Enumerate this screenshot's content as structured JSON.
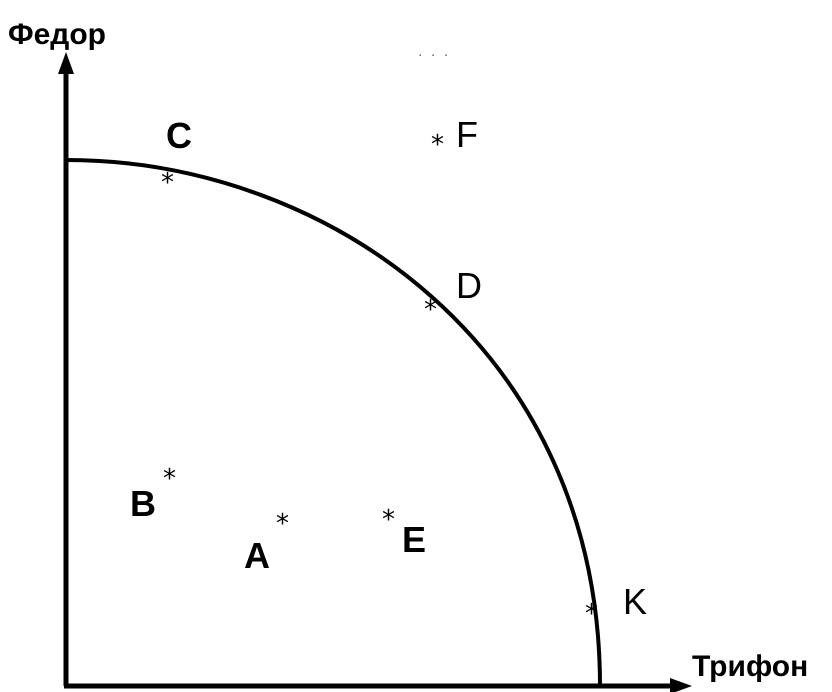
{
  "axes": {
    "y_label": "Федор",
    "x_label": "Трифон"
  },
  "top_note": ". . .",
  "star_glyph": "*",
  "points": {
    "A": {
      "label": "A",
      "bold": true
    },
    "B": {
      "label": "B",
      "bold": true
    },
    "C": {
      "label": "C",
      "bold": true
    },
    "D": {
      "label": "D",
      "bold": false
    },
    "E": {
      "label": "E",
      "bold": true
    },
    "F": {
      "label": "F",
      "bold": false
    },
    "K": {
      "label": "K",
      "bold": false
    }
  },
  "colors": {
    "line": "#000000",
    "background": "#ffffff"
  }
}
